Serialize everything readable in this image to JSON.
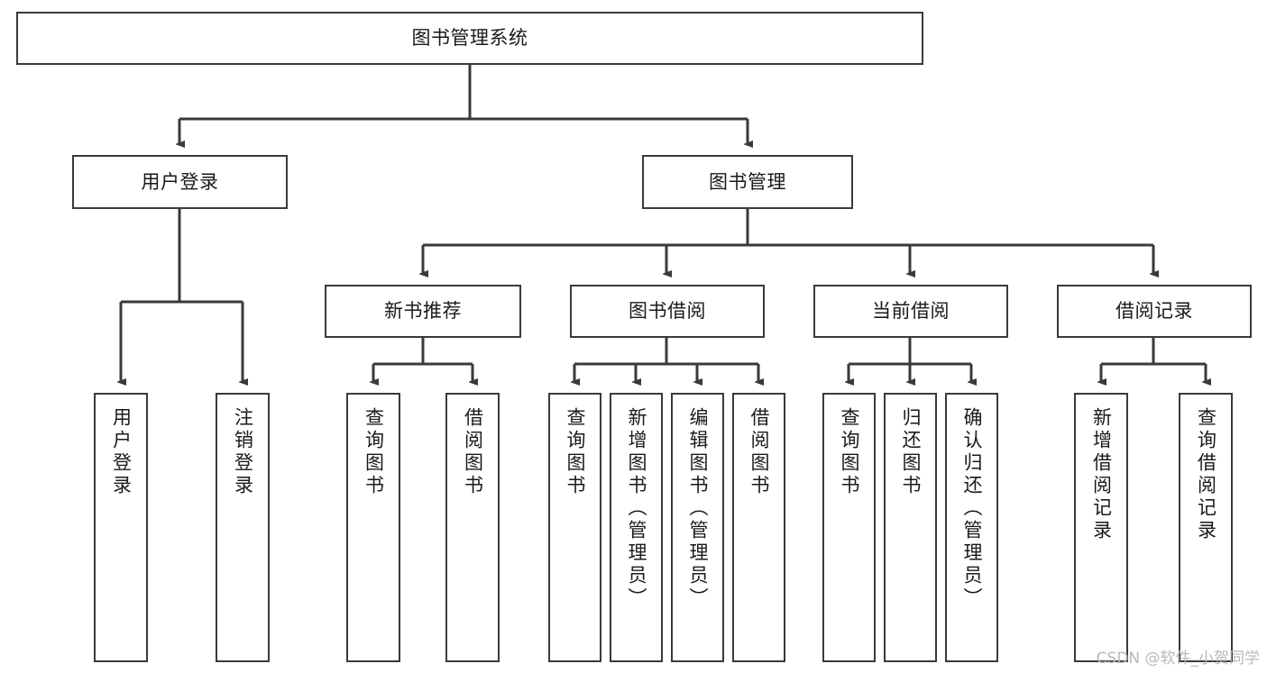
{
  "diagram": {
    "type": "tree-hierarchy",
    "title": "图书管理系统",
    "watermark": "CSDN @软件_小贺同学",
    "colors": {
      "background": "#ffffff",
      "node_border": "#3a3a3a",
      "node_fill": "#ffffff",
      "edge": "#3a3a3a",
      "text": "#1a1a1a",
      "watermark": "#b9b9b9"
    },
    "nodes": {
      "root": {
        "label": "图书管理系统",
        "level": 0,
        "orientation": "horizontal"
      },
      "user_login": {
        "label": "用户登录",
        "level": 1,
        "orientation": "horizontal"
      },
      "book_manage": {
        "label": "图书管理",
        "level": 1,
        "orientation": "horizontal"
      },
      "new_book_rec": {
        "label": "新书推荐",
        "level": 2,
        "orientation": "horizontal"
      },
      "book_borrow": {
        "label": "图书借阅",
        "level": 2,
        "orientation": "horizontal"
      },
      "current_borrow": {
        "label": "当前借阅",
        "level": 2,
        "orientation": "horizontal"
      },
      "borrow_record": {
        "label": "借阅记录",
        "level": 2,
        "orientation": "horizontal"
      },
      "leaf_user_login": {
        "label": "用户登录",
        "level": 2,
        "orientation": "vertical"
      },
      "leaf_logout": {
        "label": "注销登录",
        "level": 2,
        "orientation": "vertical"
      },
      "leaf_query_book_1": {
        "label": "查询图书",
        "level": 3,
        "orientation": "vertical"
      },
      "leaf_borrow_book_1": {
        "label": "借阅图书",
        "level": 3,
        "orientation": "vertical"
      },
      "leaf_query_book_2": {
        "label": "查询图书",
        "level": 3,
        "orientation": "vertical"
      },
      "leaf_add_book": {
        "label": "新增图书（管理员）",
        "level": 3,
        "orientation": "vertical"
      },
      "leaf_edit_book": {
        "label": "编辑图书（管理员）",
        "level": 3,
        "orientation": "vertical"
      },
      "leaf_borrow_book_2": {
        "label": "借阅图书",
        "level": 3,
        "orientation": "vertical"
      },
      "leaf_query_book_3": {
        "label": "查询图书",
        "level": 3,
        "orientation": "vertical"
      },
      "leaf_return_book": {
        "label": "归还图书",
        "level": 3,
        "orientation": "vertical"
      },
      "leaf_confirm_return": {
        "label": "确认归还（管理员）",
        "level": 3,
        "orientation": "vertical"
      },
      "leaf_add_record": {
        "label": "新增借阅记录",
        "level": 3,
        "orientation": "vertical"
      },
      "leaf_query_record": {
        "label": "查询借阅记录",
        "level": 3,
        "orientation": "vertical"
      }
    },
    "edges": [
      {
        "from": "root",
        "to": "user_login"
      },
      {
        "from": "root",
        "to": "book_manage"
      },
      {
        "from": "user_login",
        "to": "leaf_user_login"
      },
      {
        "from": "user_login",
        "to": "leaf_logout"
      },
      {
        "from": "book_manage",
        "to": "new_book_rec"
      },
      {
        "from": "book_manage",
        "to": "book_borrow"
      },
      {
        "from": "book_manage",
        "to": "current_borrow"
      },
      {
        "from": "book_manage",
        "to": "borrow_record"
      },
      {
        "from": "new_book_rec",
        "to": "leaf_query_book_1"
      },
      {
        "from": "new_book_rec",
        "to": "leaf_borrow_book_1"
      },
      {
        "from": "book_borrow",
        "to": "leaf_query_book_2"
      },
      {
        "from": "book_borrow",
        "to": "leaf_add_book"
      },
      {
        "from": "book_borrow",
        "to": "leaf_edit_book"
      },
      {
        "from": "book_borrow",
        "to": "leaf_borrow_book_2"
      },
      {
        "from": "current_borrow",
        "to": "leaf_query_book_3"
      },
      {
        "from": "current_borrow",
        "to": "leaf_return_book"
      },
      {
        "from": "current_borrow",
        "to": "leaf_confirm_return"
      },
      {
        "from": "borrow_record",
        "to": "leaf_add_record"
      },
      {
        "from": "borrow_record",
        "to": "leaf_query_record"
      }
    ]
  }
}
